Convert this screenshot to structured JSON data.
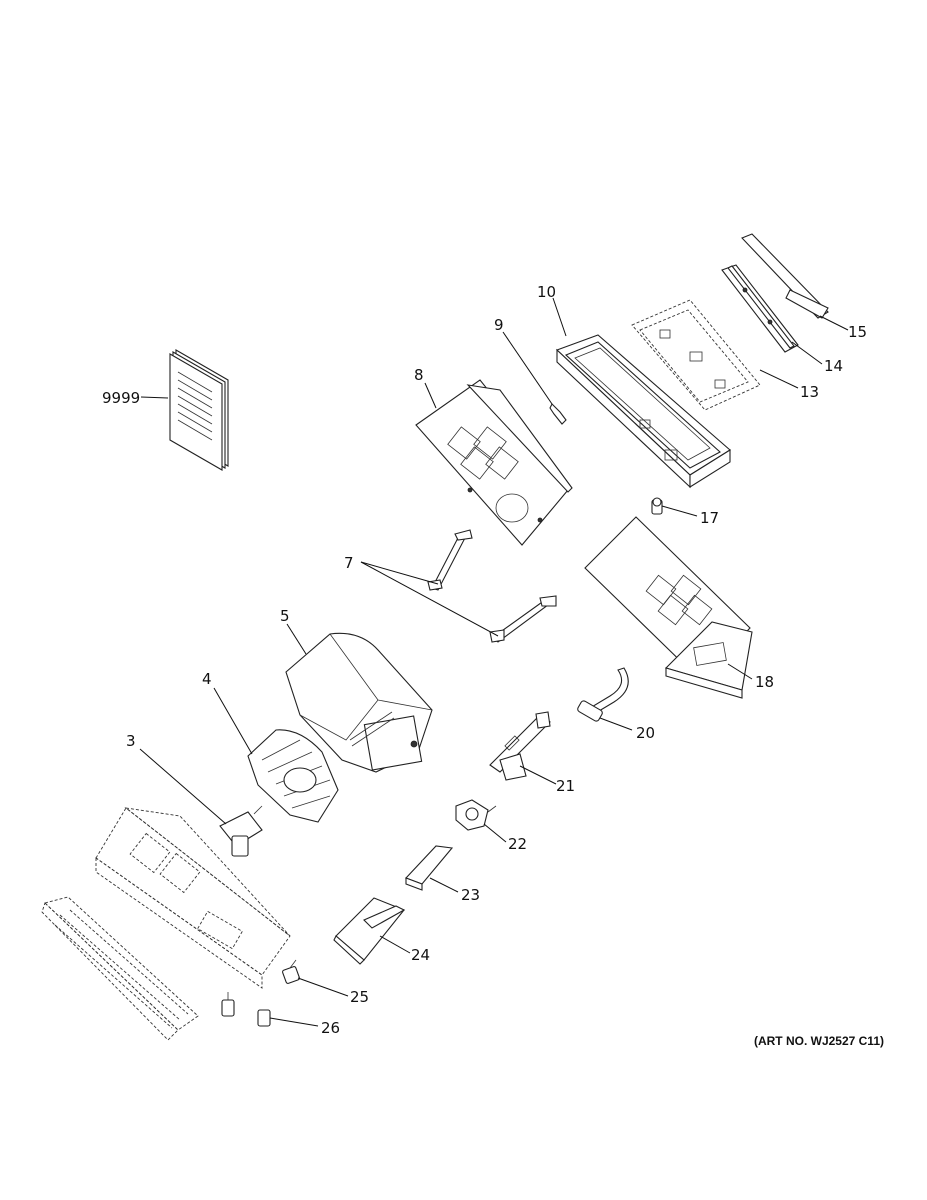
{
  "art_number": "(ART NO. WJ2527 C11)",
  "callouts": {
    "p3": "3",
    "p4": "4",
    "p5": "5",
    "p7": "7",
    "p8": "8",
    "p9": "9",
    "p10": "10",
    "p13": "13",
    "p14": "14",
    "p15": "15",
    "p17": "17",
    "p18": "18",
    "p20": "20",
    "p21": "21",
    "p22": "22",
    "p23": "23",
    "p24": "24",
    "p25": "25",
    "p26": "26",
    "p9999": "9999"
  }
}
